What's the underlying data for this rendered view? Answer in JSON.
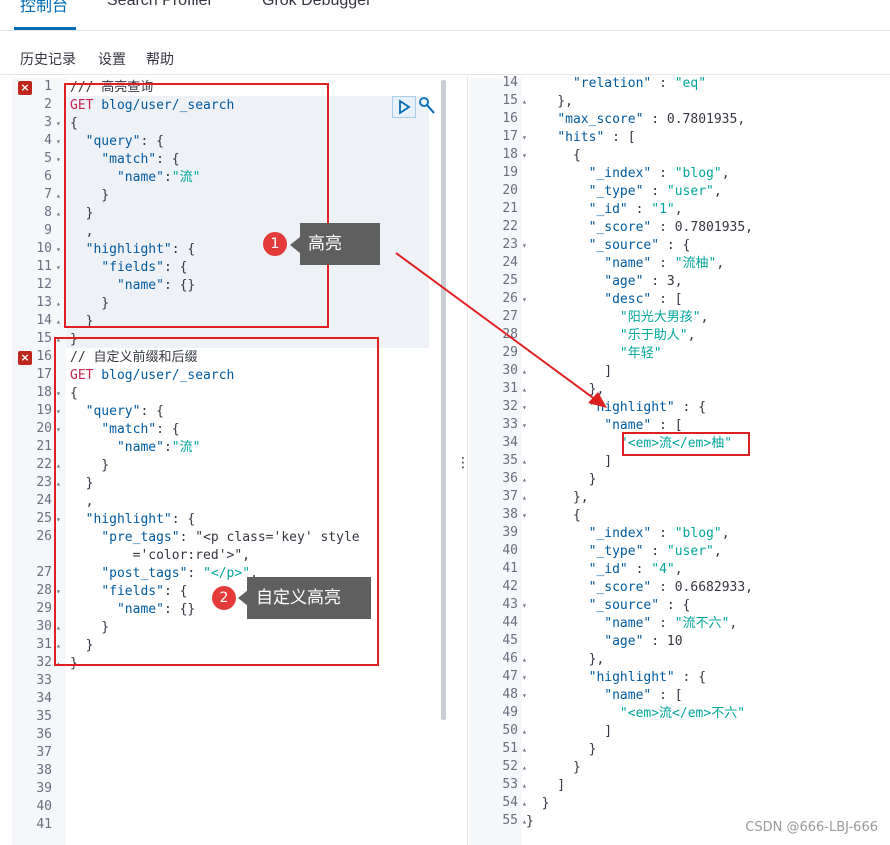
{
  "tabs": [
    {
      "label": "控制台",
      "active": true
    },
    {
      "label": "Search Profiler",
      "active": false
    },
    {
      "label": "Grok Debugger",
      "active": false
    }
  ],
  "menu": [
    "历史记录",
    "设置",
    "帮助"
  ],
  "left_lines": [
    {
      "n": "1",
      "t": "/// 高亮查询",
      "err": true
    },
    {
      "n": "2",
      "t": "GET blog/user/_search"
    },
    {
      "n": "3",
      "t": "{",
      "fold": "▾"
    },
    {
      "n": "4",
      "t": "  \"query\": {",
      "fold": "▾"
    },
    {
      "n": "5",
      "t": "    \"match\": {",
      "fold": "▾"
    },
    {
      "n": "6",
      "t": "      \"name\":\"流\""
    },
    {
      "n": "7",
      "t": "    }",
      "fold": "▴"
    },
    {
      "n": "8",
      "t": "  }",
      "fold": "▴"
    },
    {
      "n": "9",
      "t": "  ,"
    },
    {
      "n": "10",
      "t": "  \"highlight\": {",
      "fold": "▾"
    },
    {
      "n": "11",
      "t": "    \"fields\": {",
      "fold": "▾"
    },
    {
      "n": "12",
      "t": "      \"name\": {}"
    },
    {
      "n": "13",
      "t": "    }",
      "fold": "▴"
    },
    {
      "n": "14",
      "t": "  }",
      "fold": "▴"
    },
    {
      "n": "15",
      "t": "}",
      "fold": "▴"
    },
    {
      "n": "16",
      "t": "// 自定义前缀和后缀",
      "err": true
    },
    {
      "n": "17",
      "t": "GET blog/user/_search"
    },
    {
      "n": "18",
      "t": "{",
      "fold": "▾"
    },
    {
      "n": "19",
      "t": "  \"query\": {",
      "fold": "▾"
    },
    {
      "n": "20",
      "t": "    \"match\": {",
      "fold": "▾"
    },
    {
      "n": "21",
      "t": "      \"name\":\"流\""
    },
    {
      "n": "22",
      "t": "    }",
      "fold": "▴"
    },
    {
      "n": "23",
      "t": "  }",
      "fold": "▴"
    },
    {
      "n": "24",
      "t": "  ,"
    },
    {
      "n": "25",
      "t": "  \"highlight\": {",
      "fold": "▾"
    },
    {
      "n": "26",
      "t": "    \"pre_tags\": \"<p class='key' style"
    },
    {
      "n": "",
      "t": "        ='color:red'>\","
    },
    {
      "n": "27",
      "t": "    \"post_tags\": \"</p>\","
    },
    {
      "n": "28",
      "t": "    \"fields\": {",
      "fold": "▾"
    },
    {
      "n": "29",
      "t": "      \"name\": {}"
    },
    {
      "n": "30",
      "t": "    }",
      "fold": "▴"
    },
    {
      "n": "31",
      "t": "  }",
      "fold": "▴"
    },
    {
      "n": "32",
      "t": "}",
      "fold": "▴"
    },
    {
      "n": "33",
      "t": ""
    },
    {
      "n": "34",
      "t": ""
    },
    {
      "n": "35",
      "t": ""
    },
    {
      "n": "36",
      "t": ""
    },
    {
      "n": "37",
      "t": ""
    },
    {
      "n": "38",
      "t": ""
    },
    {
      "n": "39",
      "t": ""
    },
    {
      "n": "40",
      "t": ""
    },
    {
      "n": "41",
      "t": ""
    }
  ],
  "right_lines": [
    {
      "n": "14",
      "t": "      \"relation\" : \"eq\""
    },
    {
      "n": "15",
      "t": "    },",
      "fold": "▴"
    },
    {
      "n": "16",
      "t": "    \"max_score\" : 0.7801935,"
    },
    {
      "n": "17",
      "t": "    \"hits\" : [",
      "fold": "▾"
    },
    {
      "n": "18",
      "t": "      {",
      "fold": "▾"
    },
    {
      "n": "19",
      "t": "        \"_index\" : \"blog\","
    },
    {
      "n": "20",
      "t": "        \"_type\" : \"user\","
    },
    {
      "n": "21",
      "t": "        \"_id\" : \"1\","
    },
    {
      "n": "22",
      "t": "        \"_score\" : 0.7801935,"
    },
    {
      "n": "23",
      "t": "        \"_source\" : {",
      "fold": "▾"
    },
    {
      "n": "24",
      "t": "          \"name\" : \"流柚\","
    },
    {
      "n": "25",
      "t": "          \"age\" : 3,"
    },
    {
      "n": "26",
      "t": "          \"desc\" : [",
      "fold": "▾"
    },
    {
      "n": "27",
      "t": "            \"阳光大男孩\","
    },
    {
      "n": "28",
      "t": "            \"乐于助人\","
    },
    {
      "n": "29",
      "t": "            \"年轻\""
    },
    {
      "n": "30",
      "t": "          ]",
      "fold": "▴"
    },
    {
      "n": "31",
      "t": "        },",
      "fold": "▴"
    },
    {
      "n": "32",
      "t": "        \"highlight\" : {",
      "fold": "▾"
    },
    {
      "n": "33",
      "t": "          \"name\" : [",
      "fold": "▾"
    },
    {
      "n": "34",
      "t": "            \"<em>流</em>柚\""
    },
    {
      "n": "35",
      "t": "          ]",
      "fold": "▴"
    },
    {
      "n": "36",
      "t": "        }",
      "fold": "▴"
    },
    {
      "n": "37",
      "t": "      },",
      "fold": "▴"
    },
    {
      "n": "38",
      "t": "      {",
      "fold": "▾"
    },
    {
      "n": "39",
      "t": "        \"_index\" : \"blog\","
    },
    {
      "n": "40",
      "t": "        \"_type\" : \"user\","
    },
    {
      "n": "41",
      "t": "        \"_id\" : \"4\","
    },
    {
      "n": "42",
      "t": "        \"_score\" : 0.6682933,"
    },
    {
      "n": "43",
      "t": "        \"_source\" : {",
      "fold": "▾"
    },
    {
      "n": "44",
      "t": "          \"name\" : \"流不六\","
    },
    {
      "n": "45",
      "t": "          \"age\" : 10"
    },
    {
      "n": "46",
      "t": "        },",
      "fold": "▴"
    },
    {
      "n": "47",
      "t": "        \"highlight\" : {",
      "fold": "▾"
    },
    {
      "n": "48",
      "t": "          \"name\" : [",
      "fold": "▾"
    },
    {
      "n": "49",
      "t": "            \"<em>流</em>不六\""
    },
    {
      "n": "50",
      "t": "          ]",
      "fold": "▴"
    },
    {
      "n": "51",
      "t": "        }",
      "fold": "▴"
    },
    {
      "n": "52",
      "t": "      }",
      "fold": "▴"
    },
    {
      "n": "53",
      "t": "    ]",
      "fold": "▴"
    },
    {
      "n": "54",
      "t": "  }",
      "fold": "▴"
    },
    {
      "n": "55",
      "t": "}",
      "fold": "▴"
    }
  ],
  "annotations": {
    "badge1": "1",
    "label1": "高亮",
    "badge2": "2",
    "label2": "自定义高亮"
  },
  "icons": {
    "play": "play-icon",
    "wrench": "wrench-icon",
    "error": "error-icon",
    "splitter": "splitter-handle-icon"
  },
  "colors": {
    "accent": "#006bb4",
    "annotation_red": "#e02020",
    "string_green": "#00a69b",
    "keyword": "#c7254e",
    "error_icon": "#bd271e"
  },
  "watermark": "CSDN @666-LBJ-666"
}
